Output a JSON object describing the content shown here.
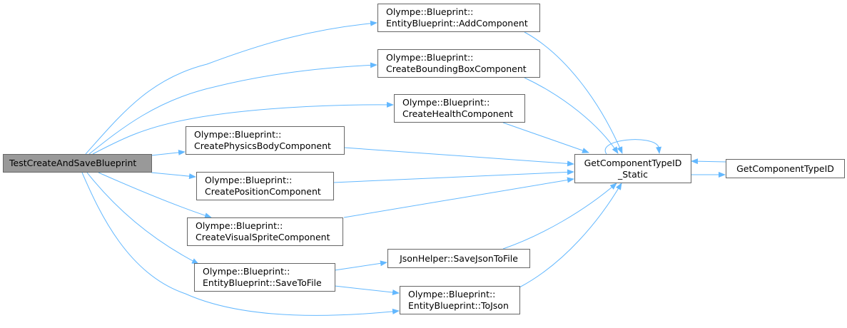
{
  "nodes": {
    "root": {
      "label": "TestCreateAndSaveBlueprint"
    },
    "add_component": {
      "line1": "Olympe::Blueprint::",
      "line2": "EntityBlueprint::AddComponent"
    },
    "bounding_box": {
      "line1": "Olympe::Blueprint::",
      "line2": "CreateBoundingBoxComponent"
    },
    "health": {
      "line1": "Olympe::Blueprint::",
      "line2": "CreateHealthComponent"
    },
    "physics": {
      "line1": "Olympe::Blueprint::",
      "line2": "CreatePhysicsBodyComponent"
    },
    "position": {
      "line1": "Olympe::Blueprint::",
      "line2": "CreatePositionComponent"
    },
    "visual_sprite": {
      "line1": "Olympe::Blueprint::",
      "line2": "CreateVisualSpriteComponent"
    },
    "save_to_file": {
      "line1": "Olympe::Blueprint::",
      "line2": "EntityBlueprint::SaveToFile"
    },
    "json_helper": {
      "label": "JsonHelper::SaveJsonToFile"
    },
    "to_json": {
      "line1": "Olympe::Blueprint::",
      "line2": "EntityBlueprint::ToJson"
    },
    "get_static": {
      "line1": "GetComponentTypeID",
      "line2": "_Static"
    },
    "get_id": {
      "label": "GetComponentTypeID"
    }
  },
  "colors": {
    "edge": "#63b8ff",
    "root_fill": "#999999",
    "border": "#666666"
  }
}
